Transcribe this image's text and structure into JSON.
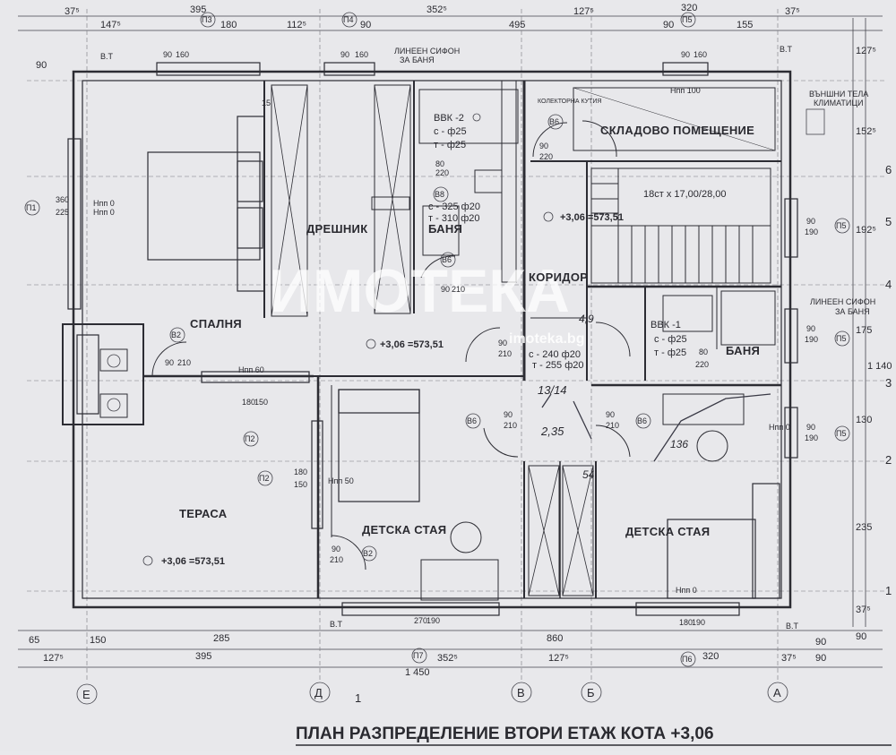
{
  "title": "ПЛАН РАЗПРЕДЕЛЕНИЕ ВТОРИ ЕТАЖ КОТА +3,06",
  "watermark": {
    "brand": "ИМОТЕКА",
    "url": "imoteka.bg"
  },
  "rooms": {
    "bedroom": "СПАЛНЯ",
    "wardrobe": "ДРЕШНИК",
    "bath1": "БАНЯ",
    "bath2": "БАНЯ",
    "storage": "СКЛАДОВО ПОМЕЩЕНИЕ",
    "corridor": "КОРИДОР",
    "terrace": "ТЕРАСА",
    "kids1": "ДЕТСКА СТАЯ",
    "kids2": "ДЕТСКА СТАЯ"
  },
  "levels": {
    "l1": "+3,06 =573,51",
    "l2": "+3,06 =573,51",
    "l3": "+3,06 =573,51"
  },
  "stairs": "18ст х 17,00/28,00",
  "notes": {
    "siphon1a": "ЛИНЕЕН СИФОН",
    "siphon1b": "ЗА БАНЯ",
    "siphon2a": "ЛИНЕЕН СИФОН",
    "siphon2b": "ЗА БАНЯ",
    "collector": "КОЛЕКТОРНА КУТИЯ",
    "ac1": "ВЪНШНИ ТЕЛА",
    "ac2": "КЛИМАТИЦИ",
    "vt1": "В.Т",
    "vt2": "В.Т",
    "vt3": "В.Т",
    "vt4": "В.Т"
  },
  "risers": {
    "a_t": "ВВК -2",
    "a_c": "с - ф25",
    "a_h": "т - ф25",
    "b_t": "ВВК -1",
    "b_c": "с - ф25",
    "b_h": "т - ф25"
  },
  "pipes": {
    "p1": "с - 325 ф20",
    "p2": "т - 310 ф20",
    "p3": "с - 240 ф20",
    "p4": "т - 255 ф20"
  },
  "tags": {
    "p3": "П3",
    "p4": "П4",
    "p5": "П5",
    "p1": "П1",
    "p5b": "П5",
    "p5c": "П5",
    "p5d": "П5",
    "p2a": "П2",
    "p2b": "П2",
    "p7": "П7",
    "p6": "П6",
    "b2a": "В2",
    "b2b": "В2",
    "b6a": "В6",
    "b6b": "В6",
    "b6c": "В6",
    "b6d": "В6",
    "b8": "В8"
  },
  "dims_top": {
    "t1": "37⁵",
    "t2": "395",
    "t3": "352⁵",
    "t4": "320",
    "t5": "37⁵",
    "t6": "147⁵",
    "t7": "180",
    "t8": "112⁵",
    "t9": "90",
    "t10": "495",
    "t11": "127⁵",
    "t12": "90",
    "t13": "155",
    "t14": "90"
  },
  "dims_bottom": {
    "b1": "65",
    "b2": "150",
    "b3": "285",
    "b4": "860",
    "b5": "90",
    "b6": "127⁵",
    "b7": "395",
    "b8": "352⁵",
    "b9": "127⁵",
    "b10": "320",
    "b11": "37⁵",
    "b12": "90",
    "total": "1 450"
  },
  "dims_right": {
    "r1": "127⁵",
    "r2": "152⁵",
    "r3": "192⁵",
    "r4": "175",
    "r5": "130",
    "r6": "235",
    "r7": "37⁵",
    "r8": "1 140",
    "r9": "90"
  },
  "dims_misc": {
    "d1": "90",
    "d2": "160",
    "d3": "90",
    "d4": "160",
    "d5": "90",
    "d6": "160",
    "d7": "360",
    "d8": "225",
    "d9": "Нпп 0",
    "d10": "Нпп 0",
    "d11": "Нпп 100",
    "d12": "Нпп 60",
    "d13": "80",
    "d14": "220",
    "d15": "90",
    "d16": "220",
    "d17": "90",
    "d18": "210",
    "d19": "90",
    "d20": "210",
    "d21": "90",
    "d22": "190",
    "d23": "90",
    "d24": "190",
    "d25": "90",
    "d26": "190",
    "d27": "180",
    "d28": "150",
    "d29": "180",
    "d30": "150",
    "d31": "Нпп 50",
    "d32": "90",
    "d33": "210",
    "d34": "90",
    "d35": "210",
    "d36": "90",
    "d37": "210",
    "d38": "270",
    "d39": "190",
    "d40": "180",
    "d41": "190",
    "d42": "Нпп 0",
    "d43": "Нпп 0",
    "d44": "80",
    "d45": "220",
    "d46": "90",
    "d47": "210",
    "d48": "15"
  },
  "hand": {
    "h1": "13/14",
    "h2": "4,9",
    "h3": "2,35",
    "h4": "136",
    "h5": "54"
  },
  "axes": {
    "e": "Е",
    "d": "Д",
    "v": "В",
    "b": "Б",
    "a": "А",
    "one": "1",
    "r1": "6",
    "r2": "5",
    "r3": "4",
    "r4": "3",
    "r5": "2",
    "r6": "1"
  }
}
